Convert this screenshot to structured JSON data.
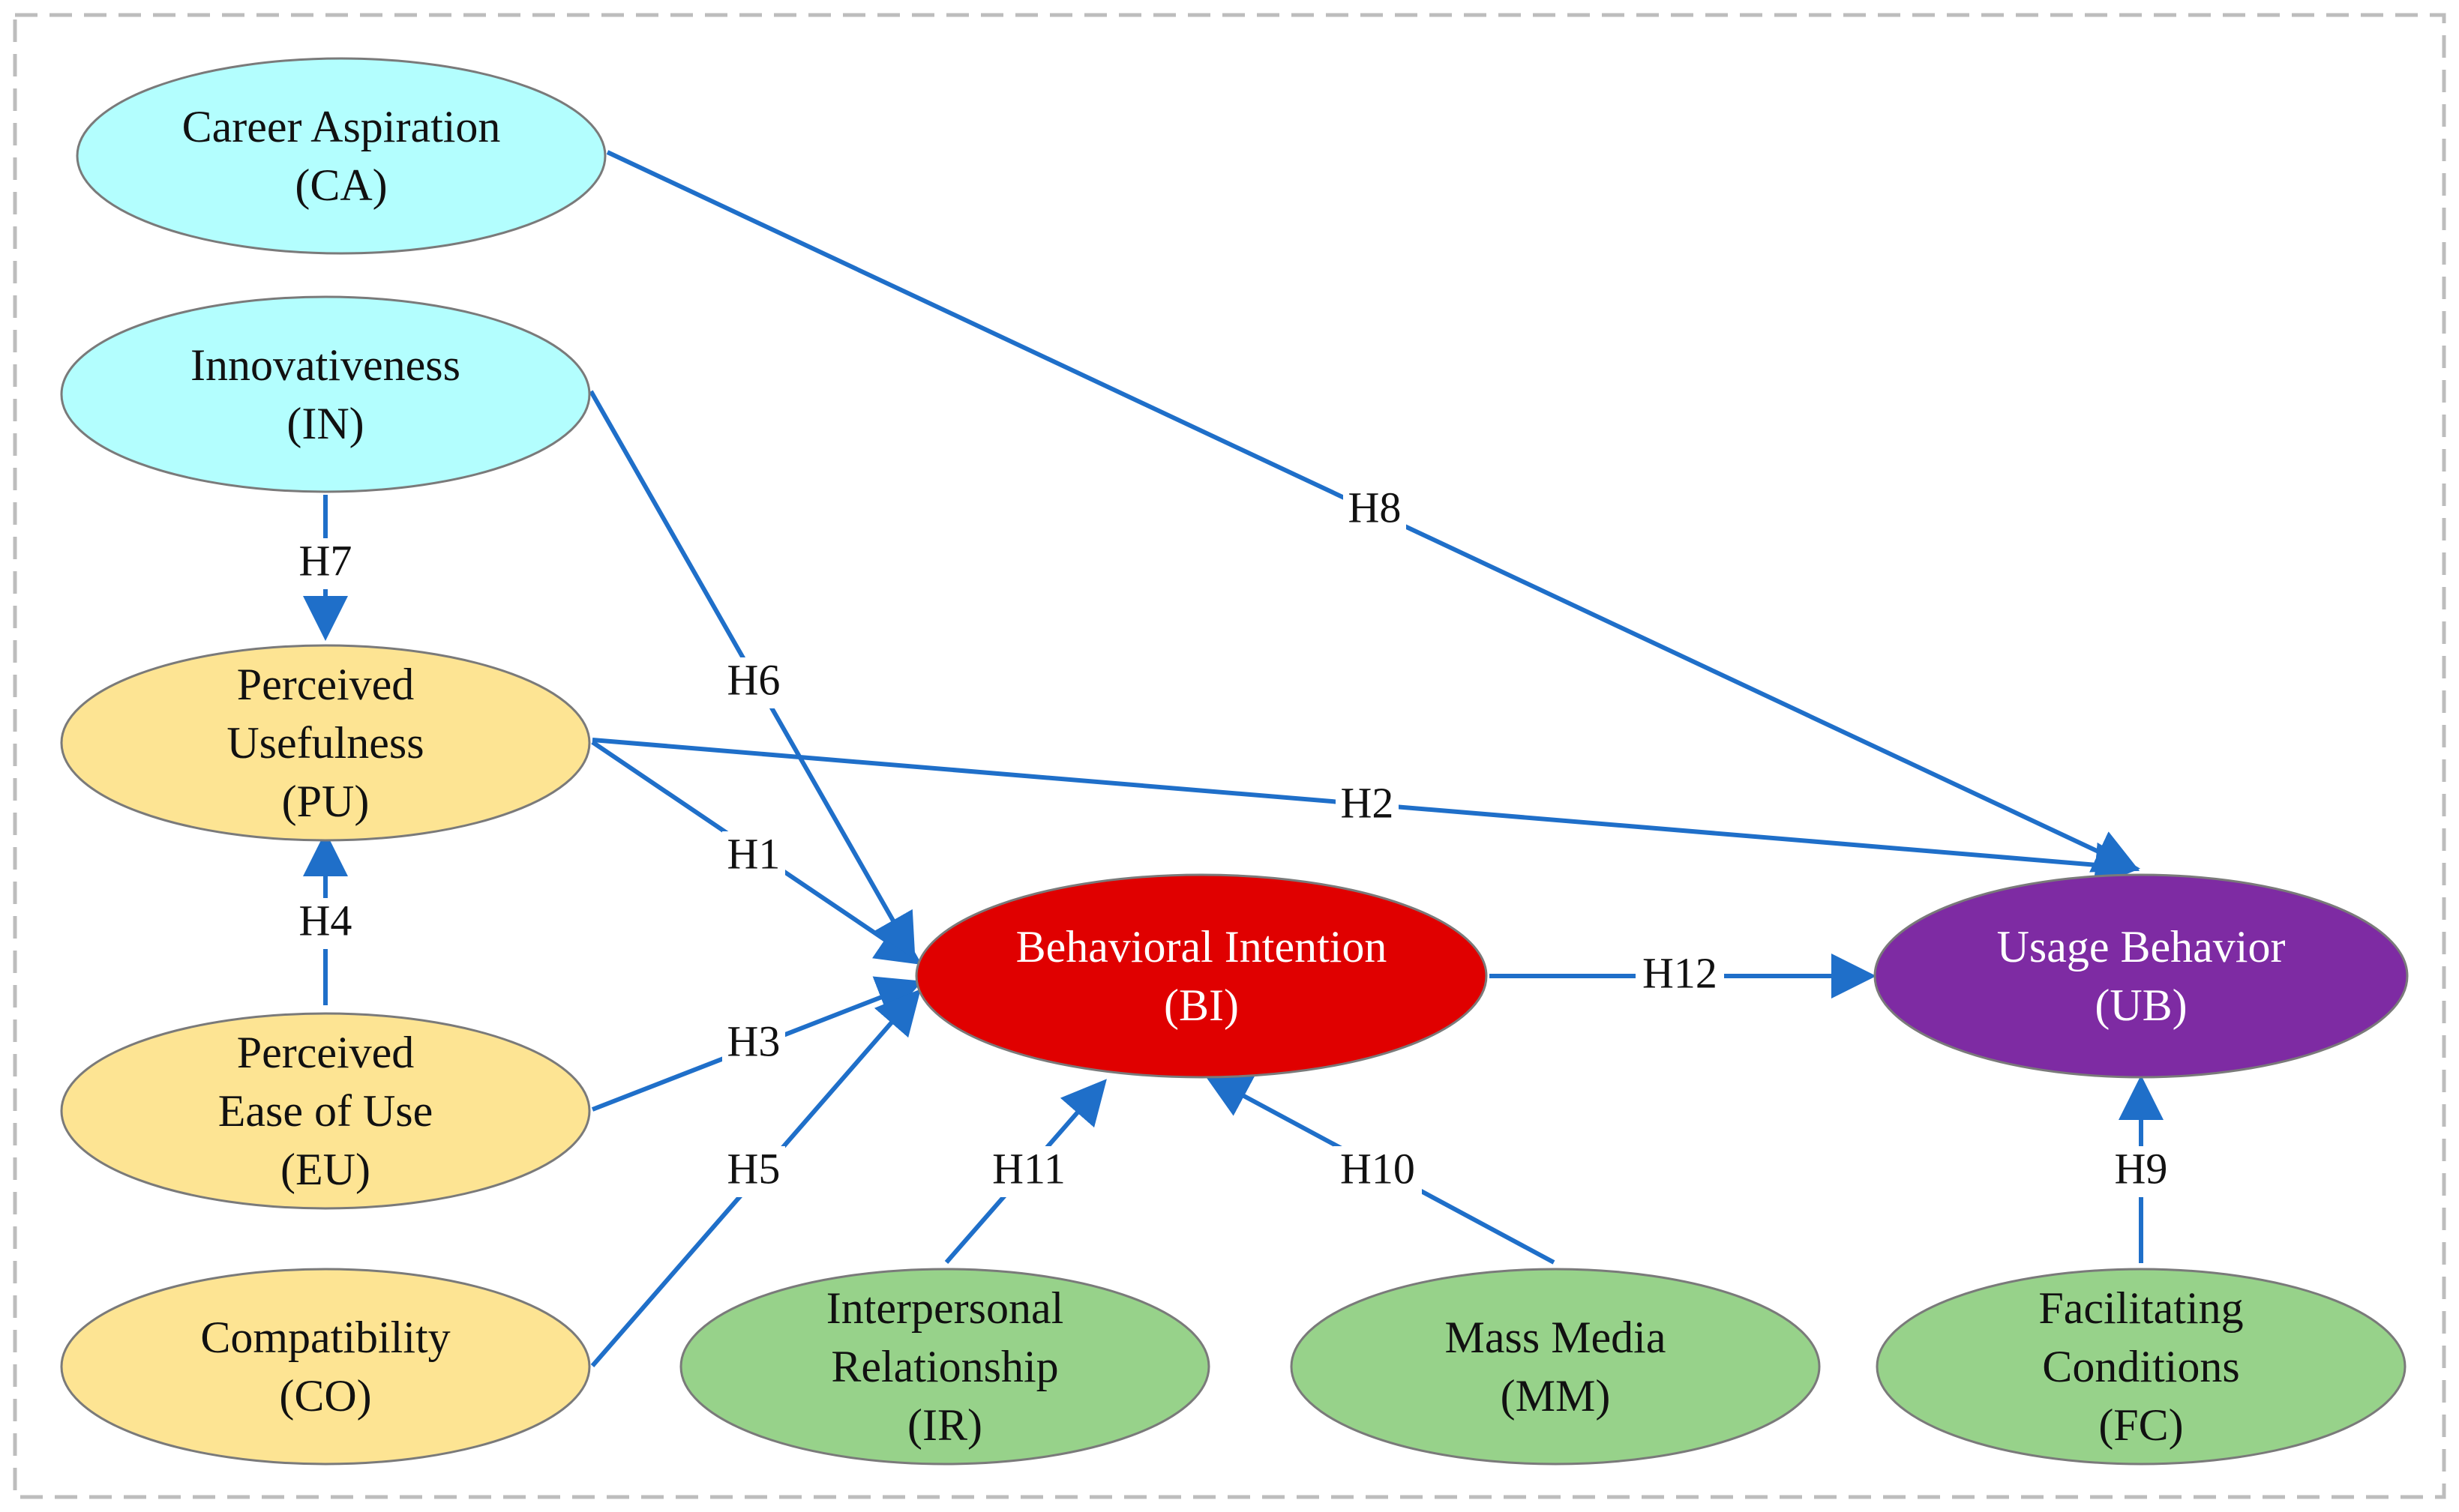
{
  "colors": {
    "exogenous_fill": "#b3fefe",
    "perception_fill": "#fde493",
    "social_fill": "#97d28a",
    "intention_fill": "#e00000",
    "behavior_fill": "#7e2ba3",
    "edge": "#1f6fc9",
    "frame": "#bdbdbd"
  },
  "nodes": [
    {
      "id": "CA",
      "lines": [
        "Career Aspiration",
        "(CA)"
      ],
      "fill": "exogenous_fill",
      "text_color": "#111111"
    },
    {
      "id": "IN",
      "lines": [
        "Innovativeness",
        "(IN)"
      ],
      "fill": "exogenous_fill",
      "text_color": "#111111"
    },
    {
      "id": "PU",
      "lines": [
        "Perceived",
        "Usefulness",
        "(PU)"
      ],
      "fill": "perception_fill",
      "text_color": "#111111"
    },
    {
      "id": "EU",
      "lines": [
        "Perceived",
        "Ease of Use",
        "(EU)"
      ],
      "fill": "perception_fill",
      "text_color": "#111111"
    },
    {
      "id": "CO",
      "lines": [
        "Compatibility",
        "(CO)"
      ],
      "fill": "perception_fill",
      "text_color": "#111111"
    },
    {
      "id": "BI",
      "lines": [
        "Behavioral Intention",
        "(BI)"
      ],
      "fill": "intention_fill",
      "text_color": "#ffffff"
    },
    {
      "id": "UB",
      "lines": [
        "Usage Behavior",
        "(UB)"
      ],
      "fill": "behavior_fill",
      "text_color": "#ffffff"
    },
    {
      "id": "IR",
      "lines": [
        "Interpersonal",
        "Relationship",
        "(IR)"
      ],
      "fill": "social_fill",
      "text_color": "#111111"
    },
    {
      "id": "MM",
      "lines": [
        "Mass Media",
        "(MM)"
      ],
      "fill": "social_fill",
      "text_color": "#111111"
    },
    {
      "id": "FC",
      "lines": [
        "Facilitating",
        "Conditions",
        "(FC)"
      ],
      "fill": "social_fill",
      "text_color": "#111111"
    }
  ],
  "edges": [
    {
      "label": "H1",
      "from": "PU",
      "to": "BI"
    },
    {
      "label": "H2",
      "from": "PU",
      "to": "UB"
    },
    {
      "label": "H3",
      "from": "EU",
      "to": "BI"
    },
    {
      "label": "H4",
      "from": "EU",
      "to": "PU"
    },
    {
      "label": "H5",
      "from": "CO",
      "to": "BI"
    },
    {
      "label": "H6",
      "from": "IN",
      "to": "BI"
    },
    {
      "label": "H7",
      "from": "IN",
      "to": "PU"
    },
    {
      "label": "H8",
      "from": "CA",
      "to": "UB"
    },
    {
      "label": "H9",
      "from": "FC",
      "to": "UB"
    },
    {
      "label": "H10",
      "from": "MM",
      "to": "BI"
    },
    {
      "label": "H11",
      "from": "IR",
      "to": "BI"
    },
    {
      "label": "H12",
      "from": "BI",
      "to": "UB"
    }
  ]
}
